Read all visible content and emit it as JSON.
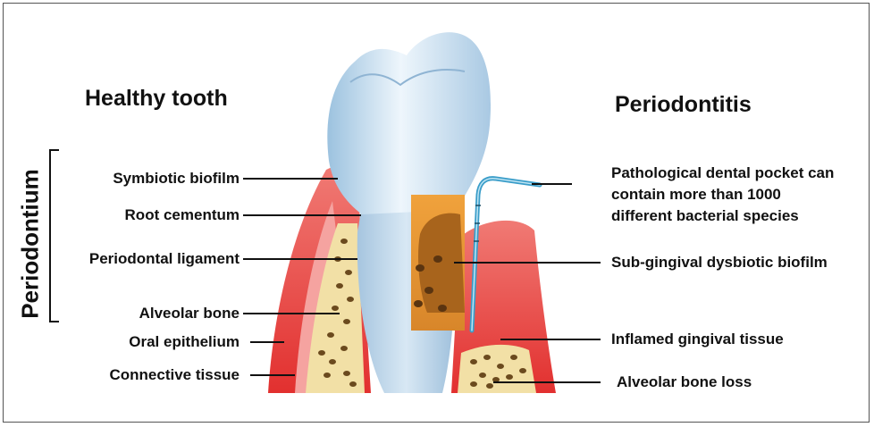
{
  "headings": {
    "left": "Healthy tooth",
    "right": "Periodontitis"
  },
  "bracket_label": "Periodontium",
  "left_labels": [
    "Symbiotic biofilm",
    "Root cementum",
    "Periodontal ligament",
    "Alveolar bone",
    "Oral epithelium",
    "Connective tissue"
  ],
  "right_labels": {
    "pocket": [
      "Pathological dental pocket can",
      "contain more than 1000",
      "different bacterial species"
    ],
    "biofilm": "Sub-gingival dysbiotic biofilm",
    "gingival": "Inflamed gingival tissue",
    "bone_loss": "Alveolar bone loss"
  },
  "colors": {
    "enamel": "#dbeaf5",
    "root": "#c5dcee",
    "gum": "#e8393a",
    "gum_light": "#f5a3a0",
    "bone": "#f2e0a6",
    "bone_pores": "#6b4a1e",
    "biofilm": "#a8641c",
    "probe": "#3a9dc9"
  }
}
